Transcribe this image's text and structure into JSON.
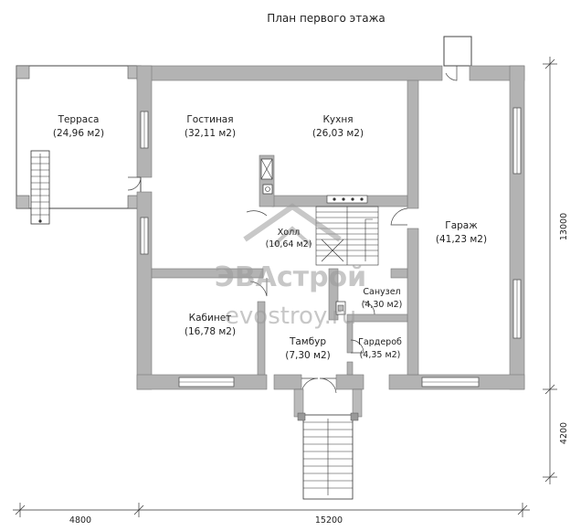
{
  "title": "План первого этажа",
  "rooms": {
    "terrace": {
      "name": "Терраса",
      "area": "(24,96 м2)"
    },
    "living": {
      "name": "Гостиная",
      "area": "(32,11 м2)"
    },
    "kitchen": {
      "name": "Кухня",
      "area": "(26,03 м2)"
    },
    "garage": {
      "name": "Гараж",
      "area": "(41,23 м2)"
    },
    "hall": {
      "name": "Холл",
      "area": "(10,64 м2)"
    },
    "bathroom": {
      "name": "Санузел",
      "area": "(4,30 м2)"
    },
    "study": {
      "name": "Кабинет",
      "area": "(16,78 м2)"
    },
    "vestibule": {
      "name": "Тамбур",
      "area": "(7,30 м2)"
    },
    "wardrobe": {
      "name": "Гардероб",
      "area": "(4,35 м2)"
    }
  },
  "dimensions": {
    "bottom_left": "4800",
    "bottom_right": "15200",
    "right_top": "13000",
    "right_bottom": "4200"
  },
  "watermark": {
    "brand": "ЭВАстрой",
    "site": "evostroy.ru"
  }
}
